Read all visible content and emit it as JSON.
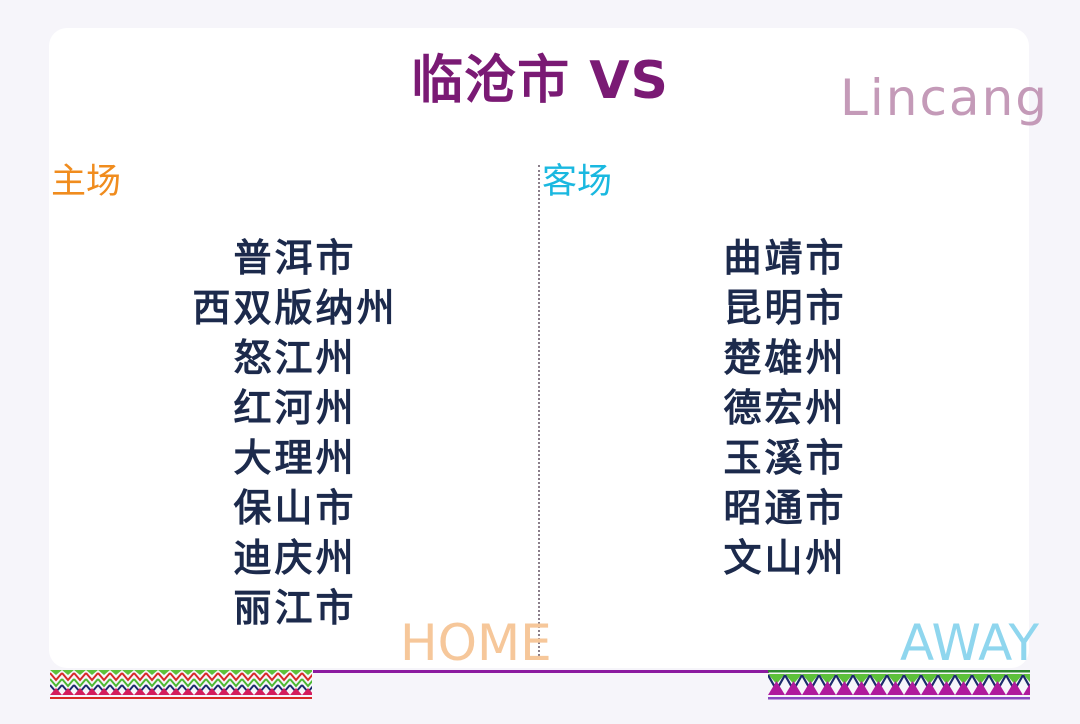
{
  "header": {
    "title": "临沧市 VS",
    "subtitle_en": "Lincang"
  },
  "home": {
    "label": "主场",
    "watermark": "HOME",
    "cities": [
      "普洱市",
      "西双版纳州",
      "怒江州",
      "红河州",
      "大理州",
      "保山市",
      "迪庆州",
      "丽江市"
    ]
  },
  "away": {
    "label": "客场",
    "watermark": "AWAY",
    "cities": [
      "曲靖市",
      "昆明市",
      "楚雄州",
      "德宏州",
      "玉溪市",
      "昭通市",
      "文山州"
    ]
  },
  "colors": {
    "title": "#7a1a74",
    "subtitle_en": "#c49ab8",
    "home_label": "#f08c1e",
    "away_label": "#1ab8e0",
    "city_text": "#1c2a4c",
    "home_watermark": "#f6c79a",
    "away_watermark": "#8fd6ee",
    "purple_line": "#8c1aa0",
    "background": "#f6f5fa",
    "card": "#ffffff"
  }
}
